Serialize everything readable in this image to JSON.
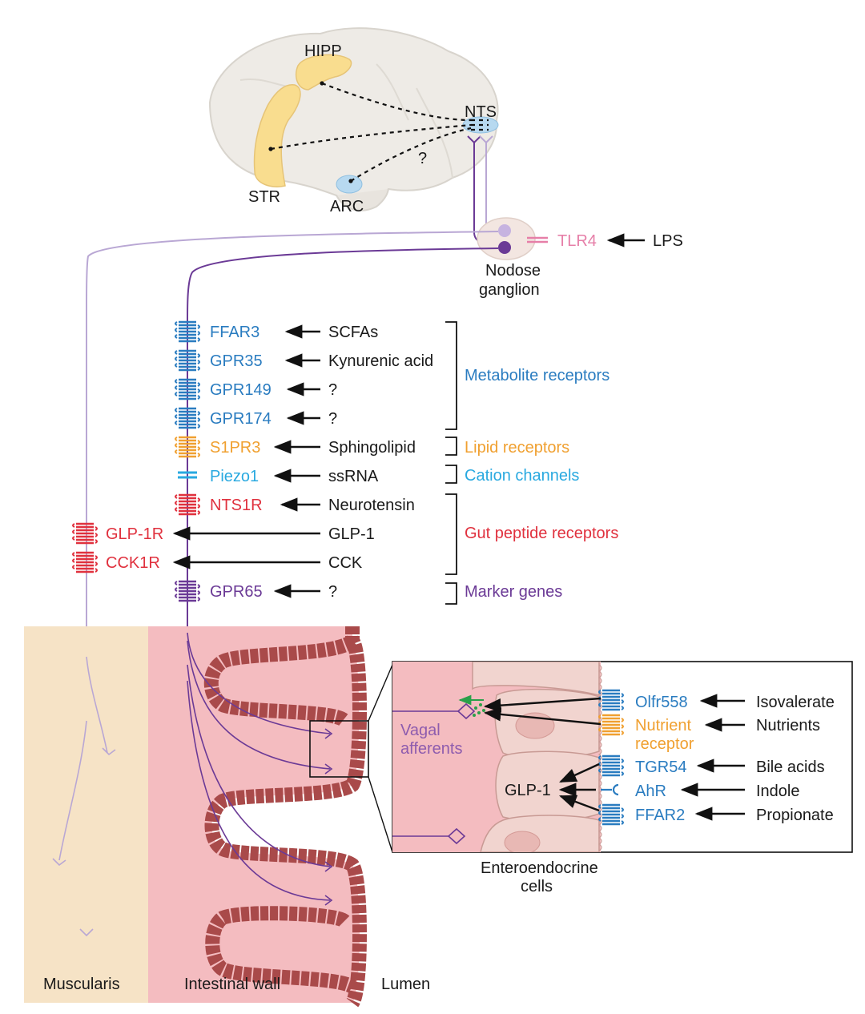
{
  "brain": {
    "hipp": "HIPP",
    "nts": "NTS",
    "str": "STR",
    "arc": "ARC",
    "question": "?"
  },
  "ganglion": {
    "tlr4": "TLR4",
    "lps": "LPS",
    "nodose_line1": "Nodose",
    "nodose_line2": "ganglion"
  },
  "receptors": [
    {
      "receptor": "FFAR3",
      "ligand": "SCFAs",
      "color": "#2a7cc0"
    },
    {
      "receptor": "GPR35",
      "ligand": "Kynurenic acid",
      "color": "#2a7cc0"
    },
    {
      "receptor": "GPR149",
      "ligand": "?",
      "color": "#2a7cc0"
    },
    {
      "receptor": "GPR174",
      "ligand": "?",
      "color": "#2a7cc0"
    },
    {
      "receptor": "S1PR3",
      "ligand": "Sphingolipid",
      "color": "#f0a030"
    },
    {
      "receptor": "Piezo1",
      "ligand": "ssRNA",
      "color": "#29a9e0"
    },
    {
      "receptor": "NTS1R",
      "ligand": "Neurotensin",
      "color": "#e0313e"
    },
    {
      "receptor": "GLP-1R",
      "ligand": "GLP-1",
      "color": "#e0313e"
    },
    {
      "receptor": "CCK1R",
      "ligand": "CCK",
      "color": "#e0313e"
    },
    {
      "receptor": "GPR65",
      "ligand": "?",
      "color": "#6b3a96"
    }
  ],
  "groups": {
    "metabolite": "Metabolite receptors",
    "lipid": "Lipid receptors",
    "cation": "Cation channels",
    "gut_peptide": "Gut peptide receptors",
    "marker": "Marker genes"
  },
  "inset": {
    "vagal_line1": "Vagal",
    "vagal_line2": "afferents",
    "glp1": "GLP-1",
    "rows": [
      {
        "receptor": "Olfr558",
        "ligand": "Isovalerate"
      },
      {
        "receptor": "Nutrient",
        "ligand": "Nutrients"
      },
      {
        "receptor": "receptor",
        "ligand": ""
      },
      {
        "receptor": "TGR54",
        "ligand": "Bile acids"
      },
      {
        "receptor": "AhR",
        "ligand": "Indole"
      },
      {
        "receptor": "FFAR2",
        "ligand": "Propionate"
      }
    ],
    "ee_line1": "Enteroendocrine",
    "ee_line2": "cells"
  },
  "regions": {
    "muscularis": "Muscularis",
    "intestinal_wall": "Intestinal wall",
    "lumen": "Lumen"
  },
  "colors": {
    "metabolite": "#2a7cc0",
    "lipid": "#f0a030",
    "cation": "#29a9e0",
    "gut_peptide": "#e0313e",
    "marker": "#6b3a96",
    "tlr4": "#e67fa8",
    "muscularis_bg": "#f6e3c6",
    "wall_bg": "#f4bcc0",
    "villus": "#a94a4a"
  }
}
